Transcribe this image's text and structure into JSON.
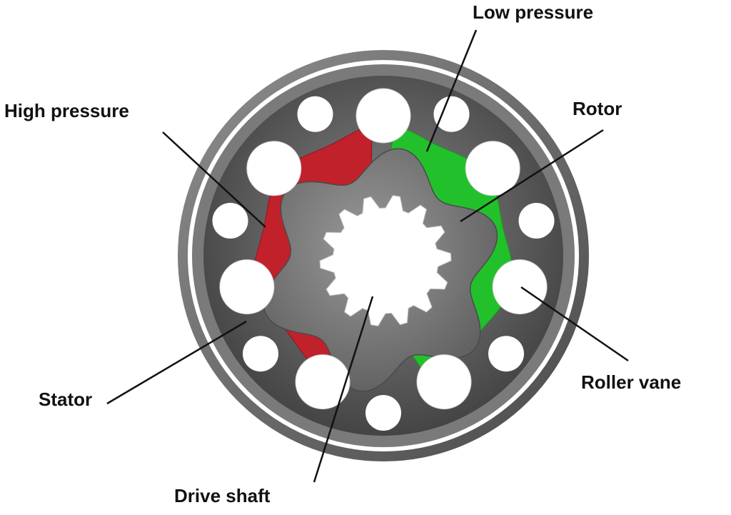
{
  "labels": {
    "low_pressure": "Low pressure",
    "high_pressure": "High pressure",
    "rotor": "Rotor",
    "roller_vane": "Roller vane",
    "stator": "Stator",
    "drive_shaft": "Drive shaft"
  },
  "colors": {
    "high_pressure": "#c1212b",
    "low_pressure": "#22c12b",
    "stator": "#5a5a5a",
    "rotor": "#757575",
    "outer_ring": "#6d6d6d",
    "leader_line": "#111111"
  },
  "counts": {
    "roller_vanes": 7,
    "spline_teeth": 14,
    "bolt_holes": 7
  }
}
